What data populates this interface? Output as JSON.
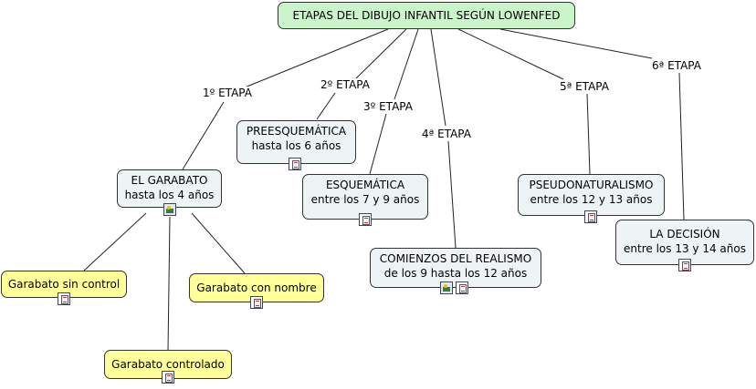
{
  "title": "ETAPAS DEL DIBUJO INFANTIL SEGÚN LOWENFED",
  "links": {
    "e1": "1º ETAPA",
    "e2": "2º ETAPA",
    "e3": "3º ETAPA",
    "e4": "4ª ETAPA",
    "e5": "5ª ETAPA",
    "e6": "6ª ETAPA"
  },
  "stages": {
    "garabato": {
      "name": "EL GARABATO",
      "range": "hasta los 4 años",
      "icons": [
        "image-icon"
      ]
    },
    "preesquematica": {
      "name": "PREESQUEMÁTICA",
      "range": "hasta los 6 años",
      "icons": [
        "document-icon"
      ]
    },
    "esquematica": {
      "name": "ESQUEMÁTICA",
      "range": "entre los 7 y 9 años",
      "icons": [
        "document-icon"
      ]
    },
    "realismo": {
      "name": "COMIENZOS DEL REALISMO",
      "range": "de los 9 hasta los 12 años",
      "icons": [
        "image-icon",
        "document-icon"
      ]
    },
    "pseudonaturalismo": {
      "name": "PSEUDONATURALISMO",
      "range": "entre los 12 y 13 años",
      "icons": [
        "document-icon"
      ]
    },
    "decision": {
      "name": "LA DECISIÓN",
      "range": "entre los 13 y 14 años",
      "icons": [
        "document-icon"
      ]
    }
  },
  "garabato_types": {
    "sin_control": "Garabato sin control",
    "con_nombre": "Garabato con nombre",
    "controlado": "Garabato controlado"
  },
  "colors": {
    "root": "#c9f5c9",
    "stage": "#eef3f6",
    "subtype": "#ffff99",
    "border": "#333333"
  }
}
